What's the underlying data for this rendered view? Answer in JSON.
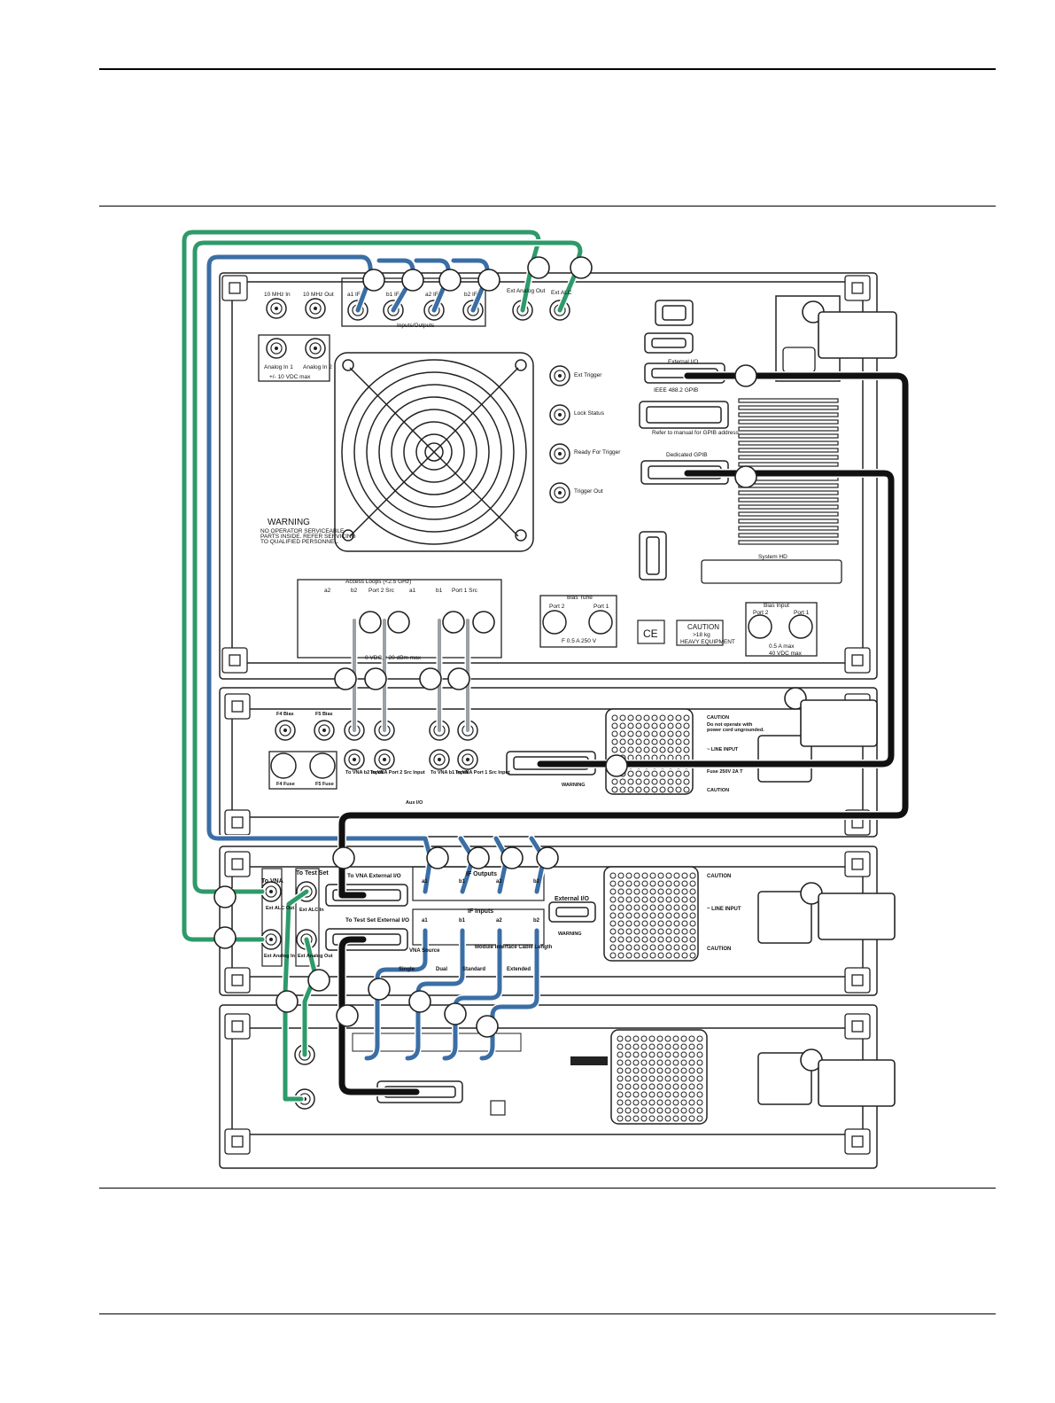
{
  "colors": {
    "blue": "#3a6ea5",
    "green": "#2e9a6a",
    "black": "#111111",
    "panel": "#ffffff",
    "stroke": "#222222"
  },
  "vna": {
    "top_labels": [
      "10 MHz In",
      "10 MHz Out"
    ],
    "io_labels": [
      "a1 IF",
      "b1 IF",
      "a2 IF",
      "b2 IF"
    ],
    "io_group": "Inputs/Outputs",
    "ext_analog_out": "Ext Analog Out",
    "ext_alc": "Ext ALC",
    "analog_in_1": "Analog In 1",
    "analog_in_2": "Analog In 2",
    "analog_note": "+/- 10 VDC max",
    "triggers": [
      "Ext Trigger",
      "Lock Status",
      "Ready For Trigger",
      "Trigger Out"
    ],
    "ext_io": "External I/O",
    "gpib": "IEEE 488.2 GPIB",
    "gpib_note": "Refer to manual for GPIB address",
    "dedicated_gpib": "Dedicated GPIB",
    "warning_title": "WARNING",
    "warning_text": [
      "NO OPERATOR SERVICEABLE",
      "PARTS INSIDE. REFER SERVICING",
      "TO QUALIFIED PERSONNEL."
    ],
    "access_loops": "Access Loops (<2.5 GHz)",
    "loop_labels": [
      "a2",
      "b2",
      "Port 2 Src",
      "a1",
      "b1",
      "Port 1 Src"
    ],
    "loops_note": "0 VDC, +20 dBm max",
    "bias_tune": "Bias Tune",
    "bias_ports": [
      "Port 2",
      "Port 1"
    ],
    "bias_note": "F 0.5 A 250 V",
    "bias_input": "Bias Input",
    "bias_input_ports": [
      "Port 2",
      "Port 1"
    ],
    "bias_input_note": [
      "0.5 A max",
      "40 VDC max"
    ],
    "caution_title": "CAUTION",
    "caution_lines": [
      ">18 kg",
      "HEAVY EQUIPMENT"
    ],
    "system_hd": "System HD",
    "ce": "CE"
  },
  "testset": {
    "labels": [
      "F4 Bias",
      "F5 Bias",
      "F4 Fuse",
      "F5 Fuse"
    ],
    "port_labels": [
      "To VNA b2 Input",
      "To VNA Port 2 Src Input",
      "To VNA b1 Input",
      "To VNA Port 1 Src Input"
    ],
    "aux_io": "Aux I/O",
    "caution": "CAUTION",
    "caution_text": [
      "Do not operate with",
      "power cord ungrounded."
    ],
    "line_input": "~ LINE INPUT",
    "fuse": "Fuse 250V 2A T",
    "warning": "WARNING"
  },
  "interface": {
    "to_vna": "To VNA",
    "to_test_set": "To Test Set",
    "to_vna_ext_io": "To VNA External I/O",
    "to_test_set_ext_io": "To Test Set External I/O",
    "alc_out": "Ext ALC Out",
    "alc_in": "Ext ALC In",
    "analog_in": "Ext Analog In",
    "analog_out": "Ext Analog Out",
    "if_outputs": "IF Outputs",
    "if_inputs": "IF Inputs",
    "if_labels": [
      "a1",
      "b1",
      "a2",
      "b2"
    ],
    "external_io": "External I/O",
    "vna_source": "VNA Source",
    "single": "Single",
    "dual": "Dual",
    "module_interface": "Module Interface Cable Length",
    "standard": "Standard",
    "extended": "Extended",
    "caution": "CAUTION",
    "line_input": "~ LINE INPUT",
    "warning": "WARNING"
  }
}
